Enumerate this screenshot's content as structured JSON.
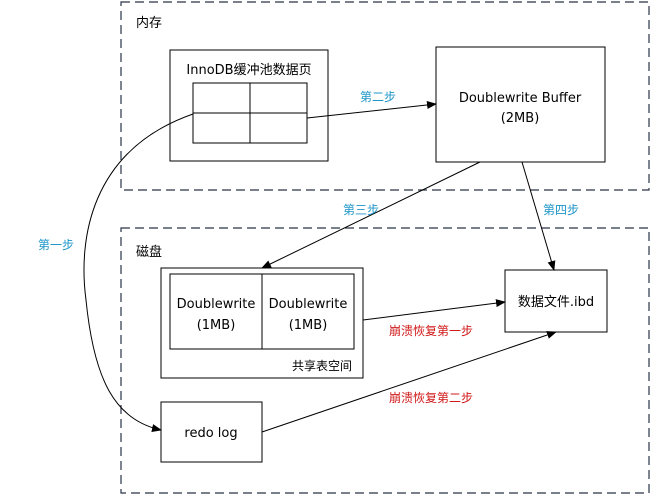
{
  "regions": {
    "memory_label": "内存",
    "disk_label": "磁盘"
  },
  "nodes": {
    "buffer_pool_title": "InnoDB缓冲池数据页",
    "doublewrite_buffer_line1": "Doublewrite Buffer",
    "doublewrite_buffer_line2": "(2MB)",
    "dw1_line1": "Doublewrite",
    "dw1_line2": "(1MB)",
    "dw2_line1": "Doublewrite",
    "dw2_line2": "(1MB)",
    "shared_tablespace": "共享表空间",
    "data_file": "数据文件.ibd",
    "redo_log": "redo log"
  },
  "edges": {
    "step1": "第一步",
    "step2": "第二步",
    "step3": "第三步",
    "step4": "第四步",
    "crash_step1": "崩溃恢复第一步",
    "crash_step2": "崩溃恢复第二步"
  },
  "colors": {
    "step_label": "#1e96c8",
    "crash_label": "#d01818",
    "region_border": "#2a3446"
  }
}
